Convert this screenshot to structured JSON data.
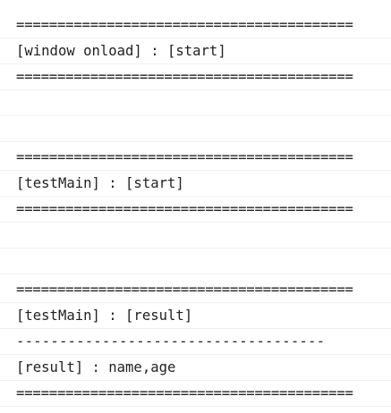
{
  "console": {
    "lines": [
      {
        "text": "========================================="
      },
      {
        "text": "[window onload] : [start]"
      },
      {
        "text": "========================================="
      },
      {
        "text": ""
      },
      {
        "text": ""
      },
      {
        "text": "========================================="
      },
      {
        "text": "[testMain] : [start]"
      },
      {
        "text": "========================================="
      },
      {
        "text": ""
      },
      {
        "text": ""
      },
      {
        "text": "========================================="
      },
      {
        "text": "[testMain] : [result]"
      },
      {
        "text": "------------------------------------"
      },
      {
        "text": "[result] : name,age"
      },
      {
        "text": "========================================="
      }
    ]
  }
}
